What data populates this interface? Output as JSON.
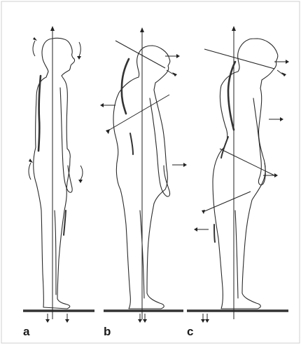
{
  "figure": {
    "panels": [
      {
        "id": "a",
        "label": "a"
      },
      {
        "id": "b",
        "label": "b"
      },
      {
        "id": "c",
        "label": "c"
      }
    ]
  }
}
